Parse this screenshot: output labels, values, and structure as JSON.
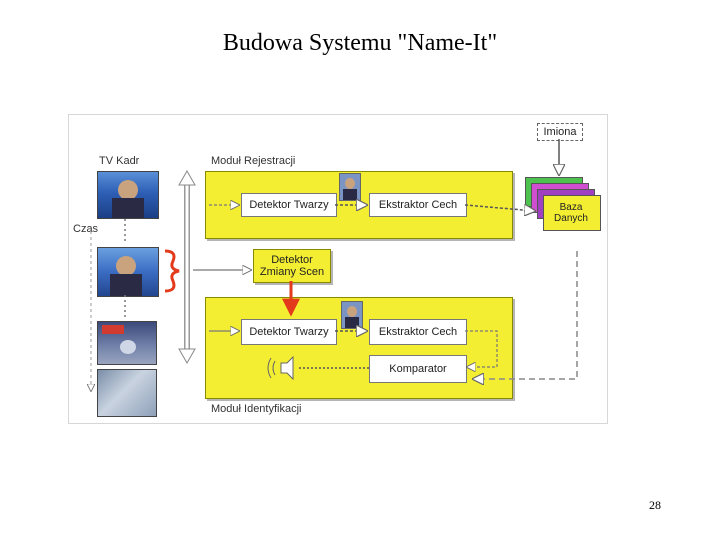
{
  "slide": {
    "title": "Budowa Systemu \"Name-It\"",
    "page_number": "28"
  },
  "diagram": {
    "tv_frame_label": "TV Kadr",
    "time_label": "Czas",
    "registration_module_label": "Moduł Rejestracji",
    "identification_module_label": "Moduł Identyfikacji",
    "names_label": "Imiona",
    "database_label_line1": "Baza",
    "database_label_line2": "Danych",
    "scene_change_detector_line1": "Detektor",
    "scene_change_detector_line2": "Zmiany Scen",
    "registration": {
      "face_detector": "Detektor Twarzy",
      "feature_extractor": "Ekstraktor Cech"
    },
    "identification": {
      "face_detector": "Detektor Twarzy",
      "feature_extractor": "Ekstraktor Cech",
      "comparator": "Komparator"
    }
  },
  "colors": {
    "module_fill": "#f4ee33",
    "arrow_red": "#e23a1a",
    "db_green": "#4ec24e",
    "db_magenta": "#d04ed0",
    "db_purple": "#a040c0",
    "db_yellow": "#f4ee33"
  }
}
